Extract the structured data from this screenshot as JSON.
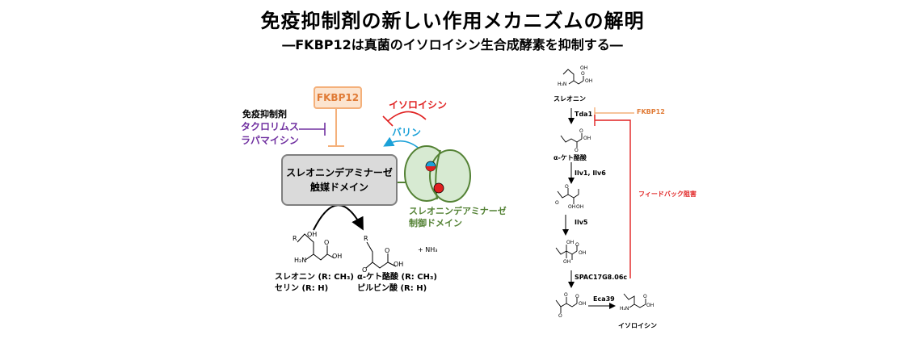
{
  "title": "免疫抑制剤の新しい作用メカニズムの解明",
  "subtitle": "―FKBP12は真菌のイソロイシン生合成酵素を抑制する―",
  "left_panel": {
    "fkbp12": "FKBP12",
    "immunosuppressant_header": "免疫抑制剤",
    "tacrolimus": "タクロリムス",
    "rapamycin": "ラパマイシン",
    "isoleucine": "イソロイシン",
    "valine": "バリン",
    "catalytic_line1": "スレオニンデアミナーゼ",
    "catalytic_line2": "触媒ドメイン",
    "regulatory_line1": "スレオニンデアミナーゼ",
    "regulatory_line2": "制御ドメイン",
    "substrate_label1": "スレオニン (R: CH₃)",
    "substrate_label2": "セリン (R: H)",
    "product_label1": "α-ケト酪酸 (R: CH₃)",
    "product_label2": "ピルビン酸 (R: H)",
    "plus_nh3": "+  NH₃",
    "struct_R": "R",
    "struct_OH": "OH",
    "struct_H2N": "H₂N",
    "struct_O": "O"
  },
  "pathway": {
    "threonine": "スレオニン",
    "tda1": "Tda1",
    "fkbp12": "FKBP12",
    "alpha_ketobutyrate": "α-ケト酪酸",
    "ilv1": "Ilv1, Ilv6",
    "ilv5": "Ilv5",
    "spac": "SPAC17G8.06c",
    "eca39": "Eca39",
    "isoleucine": "イソロイシン",
    "feedback": "フィードバック阻害",
    "struct_OH": "OH",
    "struct_O": "O",
    "struct_H2N": "H₂N"
  },
  "colors": {
    "fkbp_orange": "#e07b36",
    "purple": "#7030a0",
    "red": "#e02020",
    "cyan": "#1ba1d8",
    "green": "#548235",
    "regulatory_fill": "#d7ead2"
  }
}
